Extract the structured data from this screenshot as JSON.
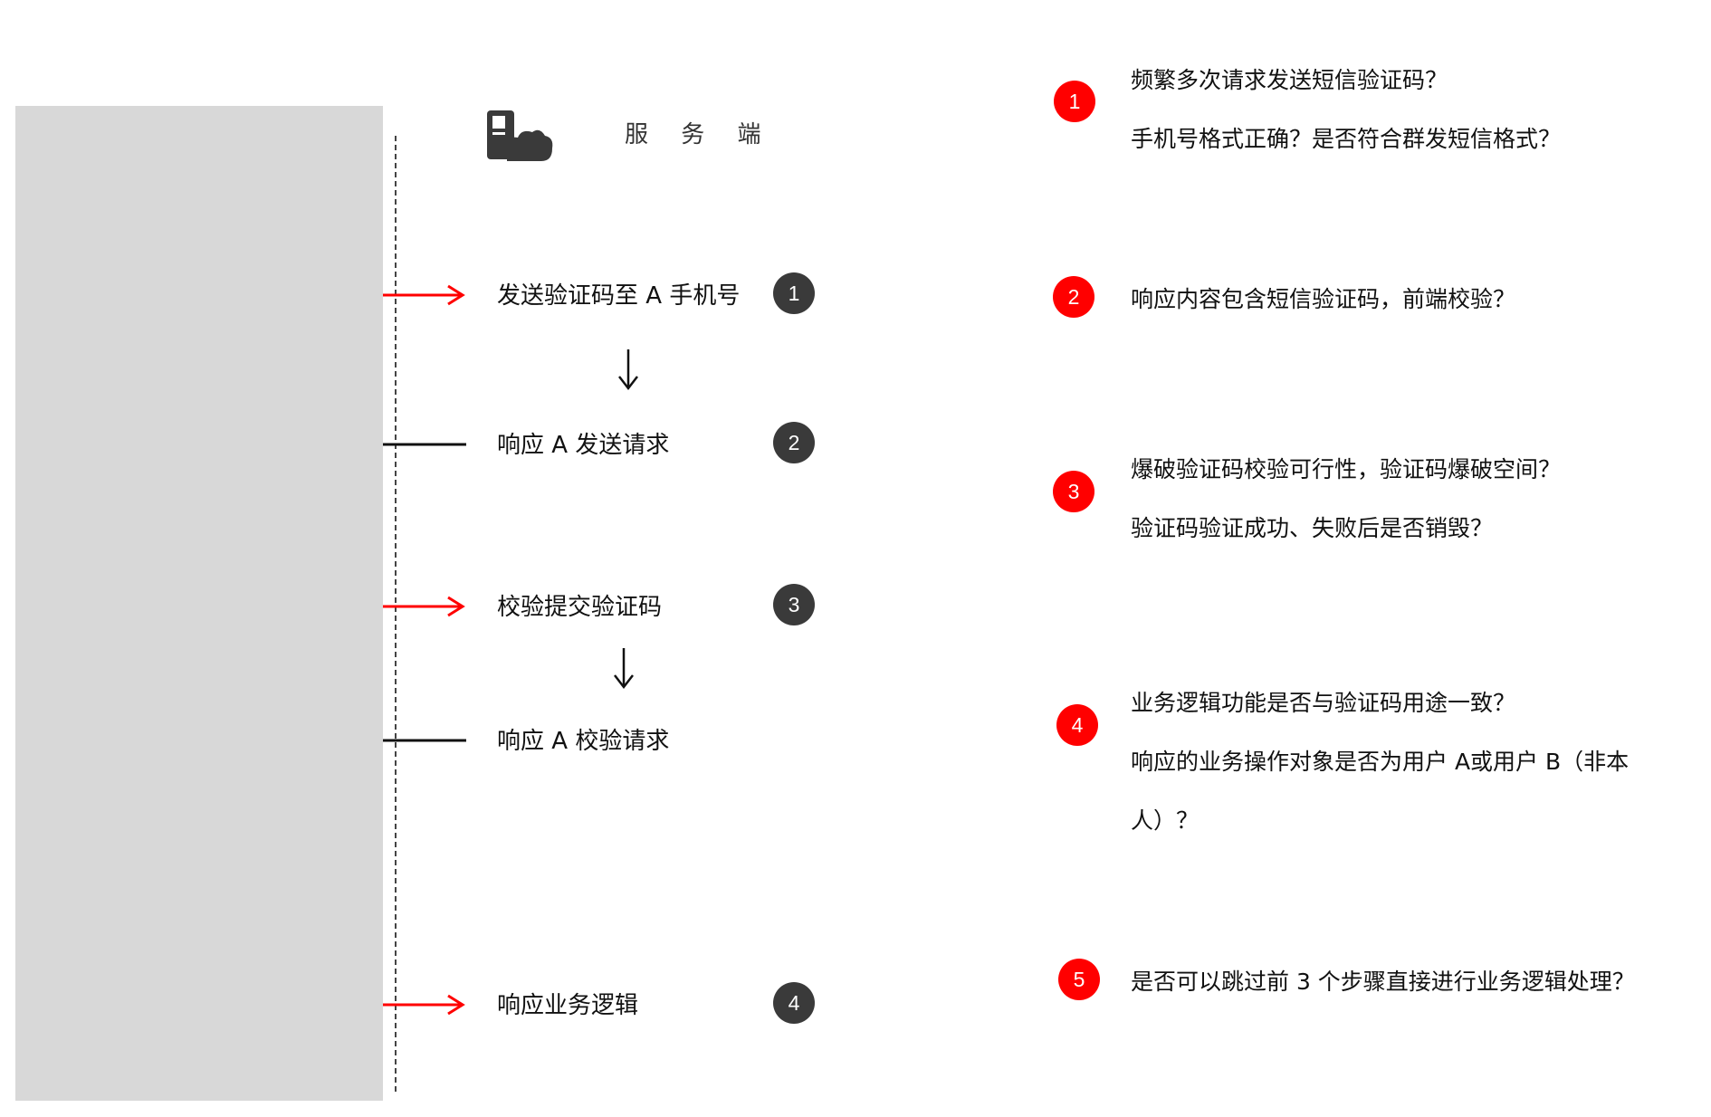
{
  "server": {
    "label": "服 务 端",
    "icon": "server-cloud-icon"
  },
  "colors": {
    "red": "#ff0000",
    "dark_badge": "#3a3a3a",
    "panel": "#d8d8d8"
  },
  "steps": [
    {
      "label": "发送验证码至 A 手机号",
      "badge": "1",
      "connector": "red-arrow"
    },
    {
      "label": "响应 A 发送请求",
      "badge": "2",
      "connector": "black-line"
    },
    {
      "label": "校验提交验证码",
      "badge": "3",
      "connector": "red-arrow"
    },
    {
      "label": "响应 A 校验请求",
      "badge": "",
      "connector": "black-line"
    },
    {
      "label": "响应业务逻辑",
      "badge": "4",
      "connector": "red-arrow"
    }
  ],
  "questions": [
    {
      "num": "1",
      "lines": [
        "频繁多次请求发送短信验证码？",
        "手机号格式正确？是否符合群发短信格式？"
      ]
    },
    {
      "num": "2",
      "lines": [
        "响应内容包含短信验证码，前端校验？"
      ]
    },
    {
      "num": "3",
      "lines": [
        "爆破验证码校验可行性，验证码爆破空间？",
        "验证码验证成功、失败后是否销毁？"
      ]
    },
    {
      "num": "4",
      "lines": [
        "业务逻辑功能是否与验证码用途一致？",
        "响应的业务操作对象是否为用户 A或用户 B（非本",
        "人）？"
      ]
    },
    {
      "num": "5",
      "lines": [
        "是否可以跳过前 3 个步骤直接进行业务逻辑处理？"
      ]
    }
  ]
}
